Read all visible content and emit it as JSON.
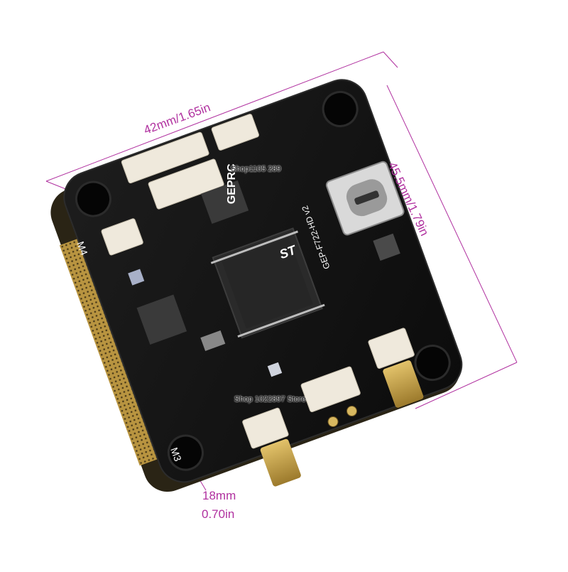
{
  "dimensions": {
    "width": "42mm/1.65in",
    "height": "45.5mm/1.79in",
    "thickness_mm": "18mm",
    "thickness_in": "0.70in"
  },
  "board": {
    "brand": "GEPRC",
    "model": "GEP-F722-HD v2",
    "mcu_logo": "ST",
    "motor_labels": [
      "M4",
      "M3"
    ]
  },
  "watermarks": [
    "Shop1105 289",
    "Shop 1022897 Store"
  ],
  "colors": {
    "dimension_lines": "#b0309f",
    "pcb": "#151515",
    "gold_pads": "#c8a24a",
    "connector": "#efe9dc"
  }
}
